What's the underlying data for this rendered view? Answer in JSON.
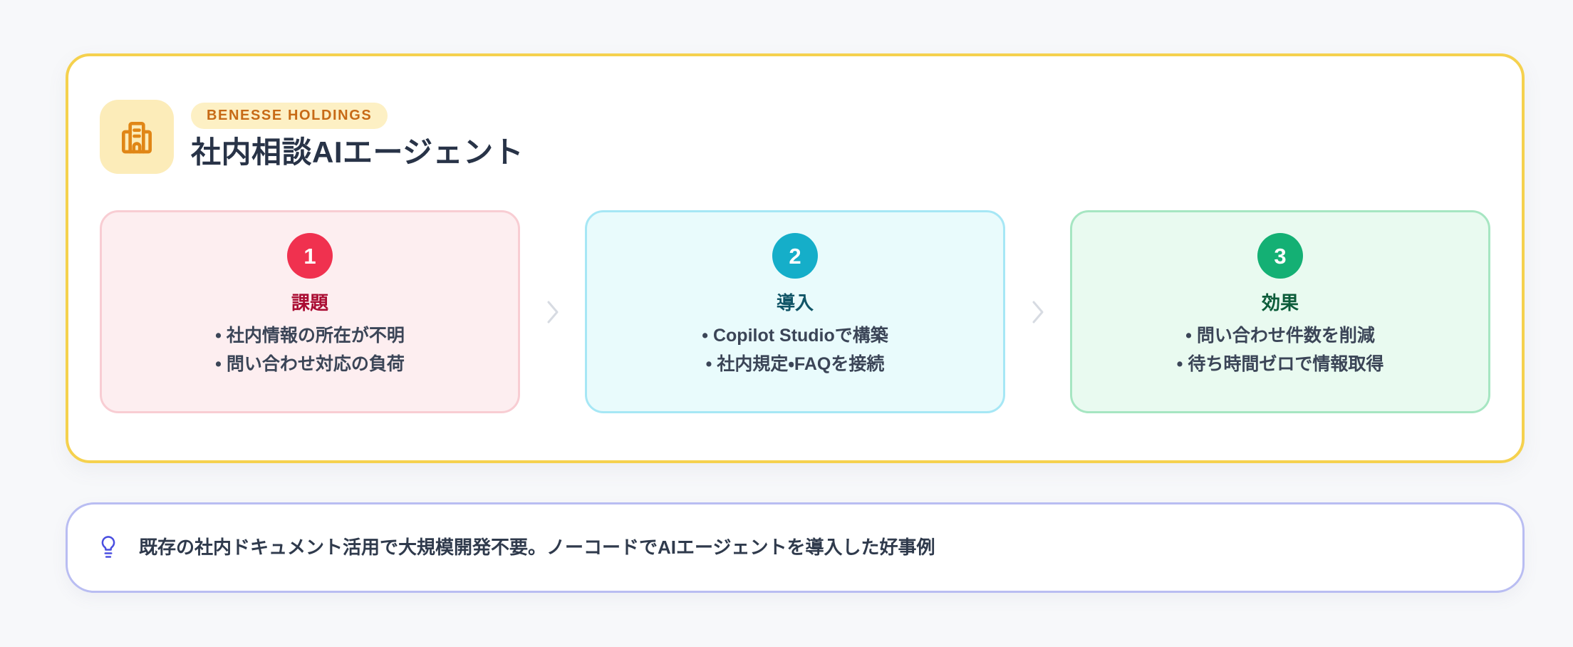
{
  "case": {
    "org_badge": "BENESSE HOLDINGS",
    "title": "社内相談AIエージェント",
    "icon": "office-building-icon"
  },
  "steps": [
    {
      "number": "1",
      "label": "課題",
      "bullets": [
        "社内情報の所在が不明",
        "問い合わせ対応の負荷"
      ],
      "accent": "#f0314f",
      "bg": "#fdeef0",
      "border": "#f8cdd3",
      "label_color": "#aa0d33"
    },
    {
      "number": "2",
      "label": "導入",
      "bullets": [
        "Copilot Studioで構築",
        "社内規定・FAQを接続"
      ],
      "accent": "#15aec9",
      "bg": "#e9fbfc",
      "border": "#a6e7f5",
      "label_color": "#105567"
    },
    {
      "number": "3",
      "label": "効果",
      "bullets": [
        "問い合わせ件数を削減",
        "待ち時間ゼロで情報取得"
      ],
      "accent": "#14b074",
      "bg": "#e9faf0",
      "border": "#a6e6c2",
      "label_color": "#0c5c3a"
    }
  ],
  "separators": {
    "icon": "chevron-right-icon",
    "color": "#d7dbe2"
  },
  "insight": {
    "icon": "lightbulb-icon",
    "icon_color": "#4a4fe0",
    "text": "既存の社内ドキュメント活用で大規模開発不要。ノーコードでAIエージェントを導入した好事例"
  },
  "theme": {
    "page_bg": "#f7f8fa",
    "card_border": "#f5d14e",
    "badge_bg": "#fdf0c4",
    "badge_text": "#c76a16",
    "icon_box_bg": "#fcecb9",
    "icon_color": "#e08616",
    "title_color": "#283347",
    "insight_border": "#b9bdf2"
  }
}
